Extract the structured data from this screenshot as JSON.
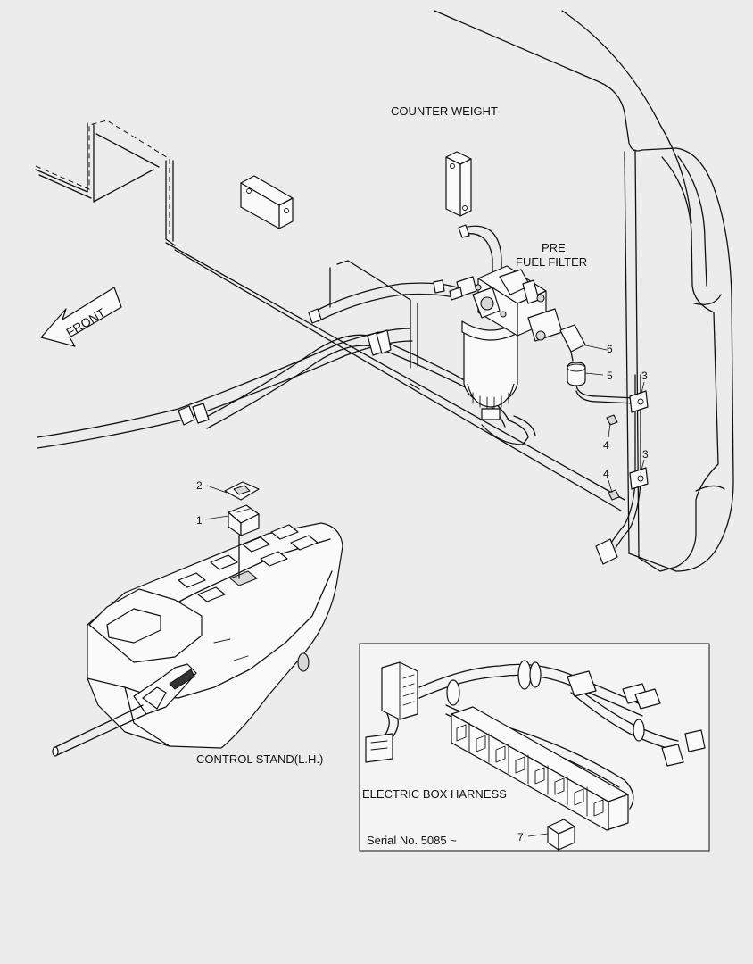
{
  "labels": {
    "counter_weight": "COUNTER WEIGHT",
    "pre_fuel_filter_line1": "PRE",
    "pre_fuel_filter_line2": "FUEL FILTER",
    "front": "FRONT",
    "control_stand": "CONTROL STAND(L.H.)",
    "electric_box_harness": "ELECTRIC BOX HARNESS",
    "serial_no": "Serial No. 5085 ~"
  },
  "callouts": {
    "n1": "1",
    "n2": "2",
    "n3a": "3",
    "n3b": "3",
    "n4a": "4",
    "n4b": "4",
    "n5": "5",
    "n6": "6",
    "n7": "7"
  },
  "colors": {
    "background": "#ececec",
    "line": "#111111",
    "part_fill": "#fafafa"
  }
}
